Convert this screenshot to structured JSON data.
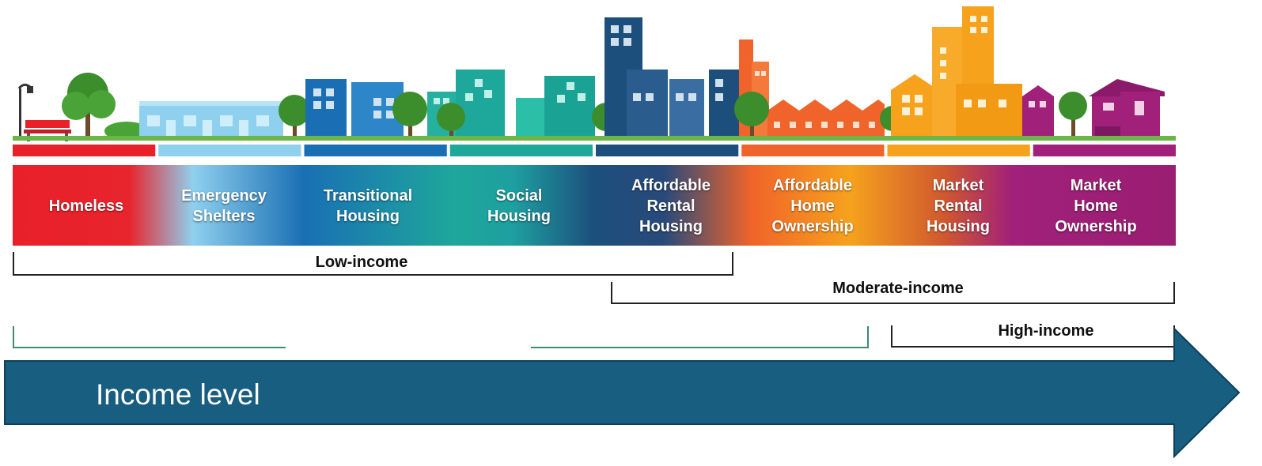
{
  "housing_spectrum": [
    {
      "label": "Homeless"
    },
    {
      "label": "Emergency\nShelters"
    },
    {
      "label": "Transitional\nHousing"
    },
    {
      "label": "Social\nHousing"
    },
    {
      "label": "Affordable\nRental\nHousing"
    },
    {
      "label": "Affordable\nHome\nOwnership"
    },
    {
      "label": "Market\nRental\nHousing"
    },
    {
      "label": "Market\nHome\nOwnership"
    }
  ],
  "income_brackets": {
    "low": "Low-income",
    "moderate": "Moderate-income",
    "high": "High-income"
  },
  "arrow_label": "Income level",
  "colors": {
    "red": "#e8202a",
    "light_blue": "#8fd0ee",
    "blue": "#1a6fb4",
    "teal": "#1ea79b",
    "navy": "#1c4f7c",
    "orange": "#f0632a",
    "amber": "#f6a21d",
    "purple": "#a0207a",
    "arrow": "#185e80",
    "green_line": "#3d8c6b"
  }
}
